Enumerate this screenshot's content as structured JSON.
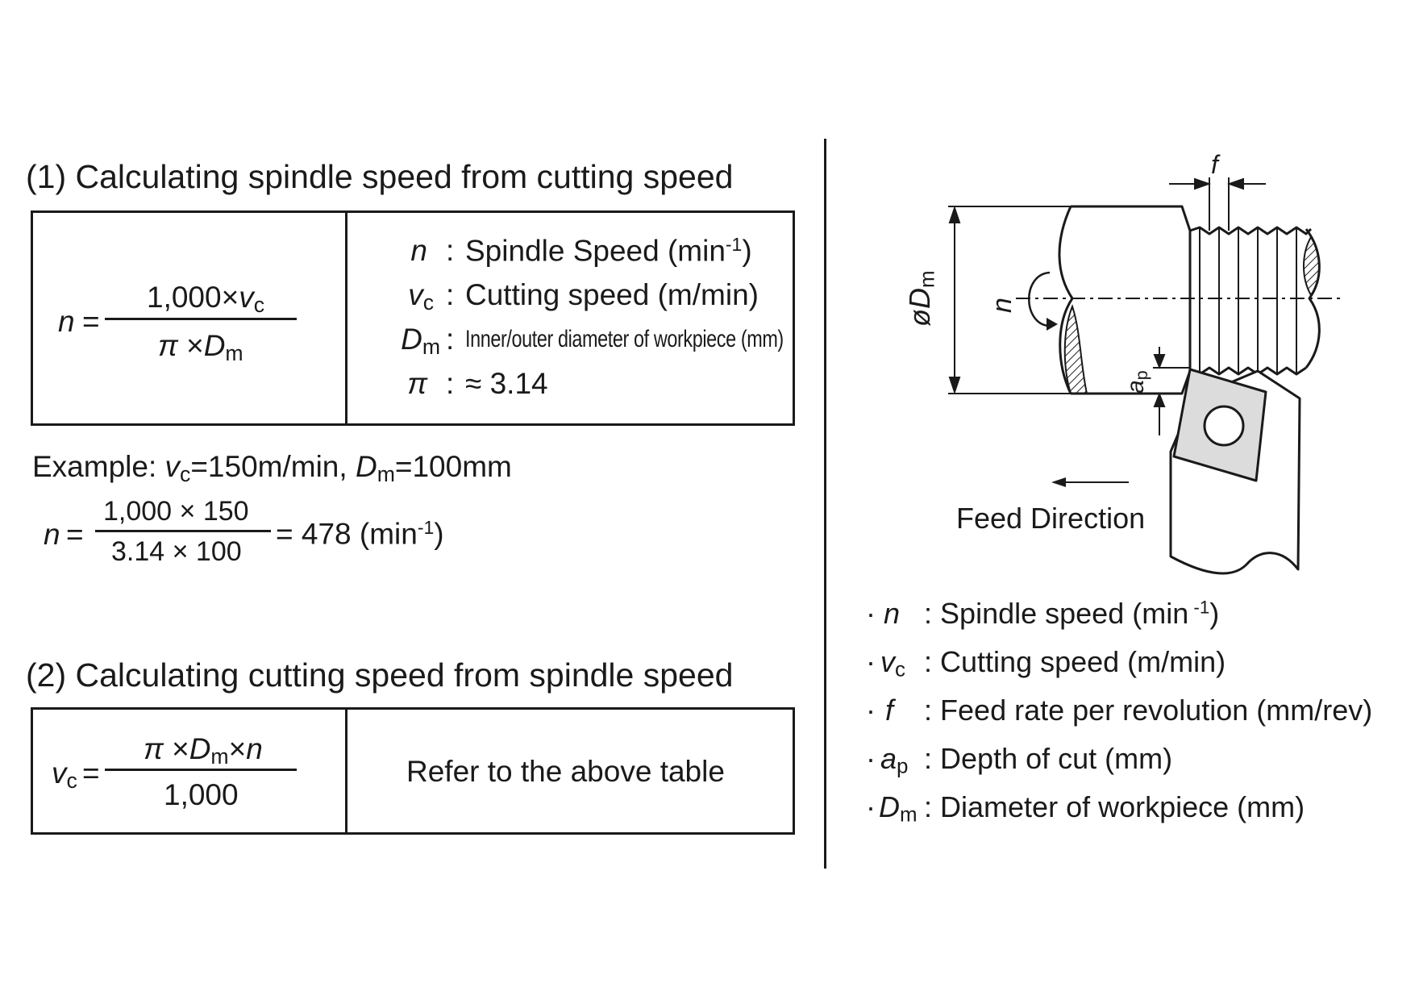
{
  "section1": {
    "title": "(1) Calculating spindle speed from cutting speed",
    "formula": {
      "lhs": "n",
      "numerator_prefix": "1,000×",
      "numerator_var": "v",
      "numerator_sub": "c",
      "denominator_pi": "π",
      "denominator_times": "×",
      "denominator_var": "D",
      "denominator_sub": "m",
      "equals": "="
    },
    "definitions": [
      {
        "symbol": "n",
        "sub": "",
        "colon": ":",
        "text": "Spindle Speed (min",
        "sup": "-1",
        "tail": ")"
      },
      {
        "symbol": "v",
        "sub": "c",
        "colon": ":",
        "text": "Cutting speed (m/min)",
        "sup": "",
        "tail": ""
      },
      {
        "symbol": "D",
        "sub": "m",
        "colon": ":",
        "text": "Inner/outer diameter of workpiece (mm)",
        "sup": "",
        "tail": ""
      },
      {
        "symbol": "π",
        "sub": "",
        "colon": ":",
        "text": "≈ 3.14",
        "sup": "",
        "tail": ""
      }
    ]
  },
  "example": {
    "label": "Example: ",
    "v_sym": "v",
    "v_sub": "c",
    "v_val": "=150m/min, ",
    "d_sym": "D",
    "d_sub": "m",
    "d_val": "=100mm",
    "lhs": "n",
    "equals": "=",
    "numerator": "1,000 × 150",
    "denominator": "3.14 × 100",
    "result": "= 478 (min",
    "result_sup": "-1",
    "result_tail": ")"
  },
  "section2": {
    "title": "(2) Calculating cutting speed from spindle speed",
    "formula": {
      "lhs_var": "v",
      "lhs_sub": "c",
      "equals": "=",
      "numerator_pi": "π",
      "numerator_times1": "×",
      "numerator_d": "D",
      "numerator_d_sub": "m",
      "numerator_times2": "×",
      "numerator_n": "n",
      "denominator": "1,000"
    },
    "note": "Refer to the above table"
  },
  "diagram": {
    "label_f": "f",
    "label_dm": "øD",
    "label_dm_sub": "m",
    "label_n": "n",
    "label_ap": "a",
    "label_ap_sub": "p",
    "feed_direction": "Feed Direction"
  },
  "legend": [
    {
      "bullet": "·",
      "symbol": "n",
      "sub": "",
      "colon": ":",
      "text": "Spindle speed (min",
      "sup": " -1",
      "tail": ")"
    },
    {
      "bullet": "·",
      "symbol": "v",
      "sub": "c",
      "colon": ":",
      "text": "Cutting speed (m/min)",
      "sup": "",
      "tail": ""
    },
    {
      "bullet": "·",
      "symbol": "f",
      "sub": "",
      "colon": ":",
      "text": "Feed rate per revolution (mm/rev)",
      "sup": "",
      "tail": ""
    },
    {
      "bullet": "·",
      "symbol": "a",
      "sub": "p",
      "colon": ":",
      "text": "Depth of cut (mm)",
      "sup": "",
      "tail": ""
    },
    {
      "bullet": "·",
      "symbol": "D",
      "sub": "m",
      "colon": ":",
      "text": "Diameter of workpiece (mm)",
      "sup": "",
      "tail": ""
    }
  ]
}
